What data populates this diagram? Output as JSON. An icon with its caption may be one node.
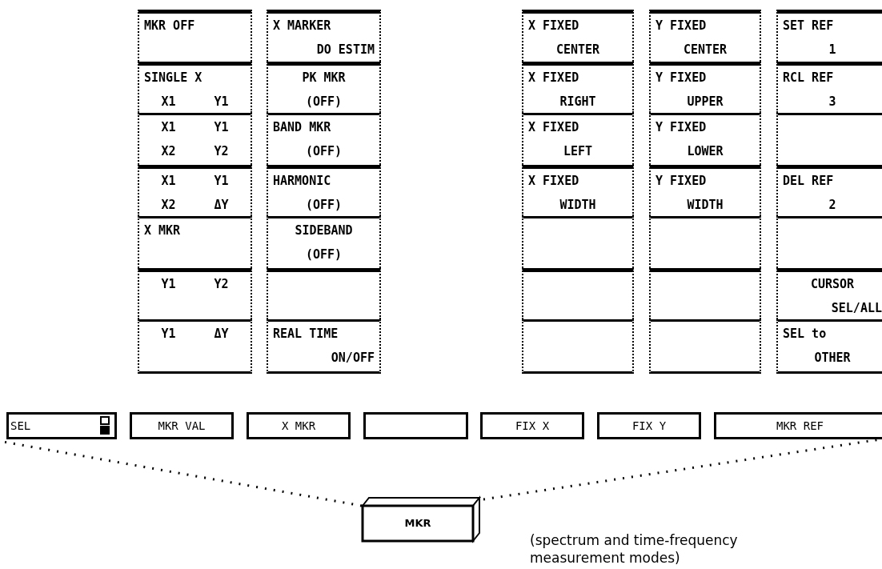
{
  "diagram": {
    "nodes": [
      {
        "text": [
          "MKR OFF"
        ]
      },
      {
        "text": [
          "SINGLE X",
          "X1 Y1"
        ]
      },
      {
        "text": [
          "X1 Y1",
          "X2 Y2"
        ]
      },
      {
        "text": [
          "X1 Y1",
          "X2 ΔY"
        ]
      },
      {
        "text": [
          "X MKR"
        ]
      },
      {
        "text": [
          "Y1 Y2"
        ]
      },
      {
        "text": [
          "Y1 ΔY"
        ]
      },
      {
        "text": [
          "X MARKER",
          "DO ESTIM"
        ]
      },
      {
        "text": [
          "PK MKR",
          "(OFF)"
        ]
      },
      {
        "text": [
          "BAND MKR",
          "(OFF)"
        ]
      },
      {
        "text": [
          "HARMONIC",
          "(OFF)"
        ]
      },
      {
        "text": [
          "SIDEBAND",
          "(OFF)"
        ]
      },
      {
        "text": [],
        "shape": "box"
      },
      {
        "text": [
          "REAL TIME",
          "ON/OFF"
        ]
      },
      {
        "text": [
          "X FIXED",
          "CENTER"
        ]
      },
      {
        "text": [
          "X FIXED",
          "RIGHT"
        ]
      },
      {
        "text": [
          "X FIXED",
          "LEFT"
        ]
      },
      {
        "text": [
          "X FIXED",
          "WIDTH"
        ]
      },
      {
        "text": [],
        "shape": "box"
      },
      {
        "text": [],
        "shape": "box"
      },
      {
        "text": [],
        "shape": "box"
      },
      {
        "text": [
          "Y FIXED",
          "CENTER"
        ]
      },
      {
        "text": [
          "Y FIXED",
          "UPPER"
        ]
      },
      {
        "text": [
          "Y FIXED",
          "LOWER"
        ]
      },
      {
        "text": [
          "Y FIXED",
          "WIDTH"
        ]
      },
      {
        "text": [],
        "shape": "box"
      },
      {
        "text": [],
        "shape": "box"
      },
      {
        "text": [],
        "shape": "box"
      },
      {
        "text": [
          "SET REF",
          "1"
        ]
      },
      {
        "text": [
          "RCL REF",
          "3"
        ]
      },
      {
        "text": [],
        "shape": "box"
      },
      {
        "text": [
          "DEL REF",
          "2"
        ]
      },
      {
        "text": [],
        "shape": "box"
      },
      {
        "text": [
          "CURSOR",
          "SEL/ALL"
        ]
      },
      {
        "text": [
          "SEL to",
          "OTHER"
        ]
      },
      {
        "text": [
          "SEL"
        ]
      },
      {
        "text": [
          "MKR VAL"
        ]
      },
      {
        "text": [
          "X MKR"
        ]
      },
      {
        "text": [],
        "shape": "box"
      },
      {
        "text": [
          "FIX X"
        ]
      },
      {
        "text": [
          "FIX Y"
        ]
      },
      {
        "text": [
          "MKR REF"
        ]
      },
      {
        "text": [
          "MKR"
        ],
        "beside": [
          "(spectrum and time-frequency measurement modes)"
        ]
      }
    ],
    "edges": [
      {
        "from": 42,
        "to": 35,
        "arrow": "none",
        "style": "dashed"
      },
      {
        "from": 42,
        "to": 41,
        "arrow": "none",
        "style": "dashed"
      }
    ]
  }
}
